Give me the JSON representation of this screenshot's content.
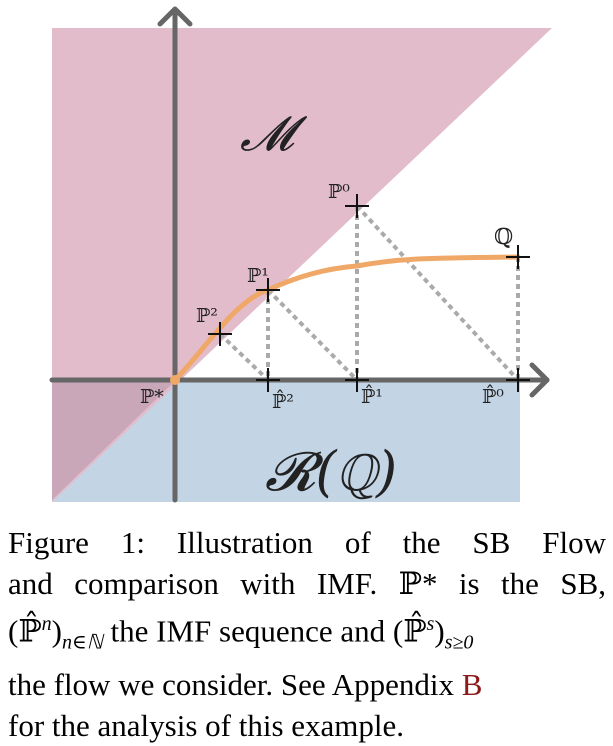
{
  "figure": {
    "region_M_label": "𝓜",
    "region_R_label": "𝓡(ℚ)",
    "points": {
      "P0": "ℙ⁰",
      "P1": "ℙ¹",
      "P2": "ℙ²",
      "Pstar": "ℙ*",
      "Q": "ℚ",
      "Phat2": "ℙ̂²",
      "Phat1": "ℙ̂¹",
      "Phat0": "ℙ̂⁰"
    },
    "colors": {
      "M_region": "#e2bccb",
      "R_region": "#c3d4e5",
      "overlap_region": "#c9a7b8",
      "axes": "#666666",
      "flow_curve": "#f0a868",
      "dotted": "#aaaaaa"
    }
  },
  "caption": {
    "line1": "Figure 1: Illustration of the SB Flow",
    "line2": "and comparison with IMF. ℙ* is the SB,",
    "line3a": "(ℙ̂",
    "line3b": "n",
    "line3c": ")",
    "line3d": "n∈ℕ",
    "line3e": " the IMF sequence and (ℙ̂",
    "line3f": "s",
    "line3g": ")",
    "line3h": "s≥0",
    "line4a": "the flow we consider. See Appendix ",
    "line4_ref": "B",
    "line5": "for the analysis of this example."
  }
}
